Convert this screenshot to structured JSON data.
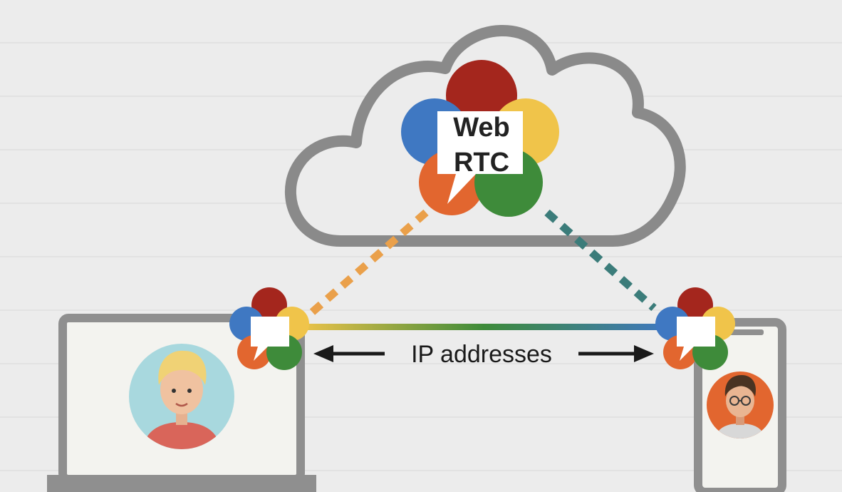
{
  "logo": {
    "line1": "Web",
    "line2": "RTC"
  },
  "connection": {
    "label": "IP addresses"
  },
  "colors": {
    "background": "#ececec",
    "cloud_outline": "#8a8a8a",
    "webrtc_red": "#a4261d",
    "webrtc_blue": "#3f78c2",
    "webrtc_yellow": "#f0c44a",
    "webrtc_orange": "#e2662f",
    "webrtc_green": "#3e8b3a",
    "device_gray": "#8f8f8f",
    "screen_fill": "#f3f3ef",
    "arrow": "#1a1a1a"
  },
  "icons": {
    "cloud": "cloud-icon",
    "logo": "webrtc-logo-icon",
    "laptop": "laptop-icon",
    "phone": "smartphone-icon",
    "user_left": "woman-avatar-icon",
    "user_right": "man-avatar-icon"
  }
}
